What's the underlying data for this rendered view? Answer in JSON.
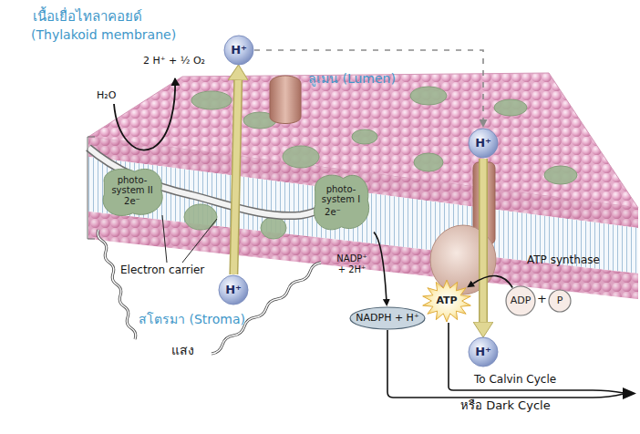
{
  "diagram": {
    "nodes": [
      {
        "text": [
          "H⁺"
        ]
      },
      {
        "text": [
          "H⁺"
        ]
      },
      {
        "text": [
          "photo- system II",
          "2e⁻"
        ]
      },
      {
        "text": [
          "photo- system I",
          "2e⁻"
        ]
      },
      {
        "text": [
          "H⁺"
        ]
      },
      {
        "text": [
          "NADPH + H⁺"
        ]
      },
      {
        "text": [
          "ATP"
        ]
      },
      {
        "text": [
          "ADP"
        ]
      },
      {
        "text": [
          "P"
        ]
      },
      {
        "text": [
          "H⁺"
        ]
      }
    ],
    "edges": [
      {
        "from": 0,
        "to": 1,
        "arrow": "to"
      },
      {
        "from": 4,
        "to": 0,
        "arrow": "to"
      },
      {
        "from": 1,
        "to": 9,
        "arrow": "to"
      },
      {
        "from": 3,
        "to": 5,
        "arrow": "to"
      },
      {
        "from": 7,
        "to": 6,
        "arrow": "to"
      }
    ],
    "labels": [
      "เนื้อเยื่อไทลาคอยด์",
      "(Thylakoid membrane)",
      "2 H⁺ + ½ O₂",
      "H₂O",
      "ลูเมน (Lumen)",
      "Electron carrier",
      "NADP⁺ + 2H⁺",
      "ATP synthase",
      "+",
      "สโตรมา (Stroma)",
      "แสง",
      "To Calvin Cycle",
      "หรือ Dark Cycle"
    ]
  }
}
